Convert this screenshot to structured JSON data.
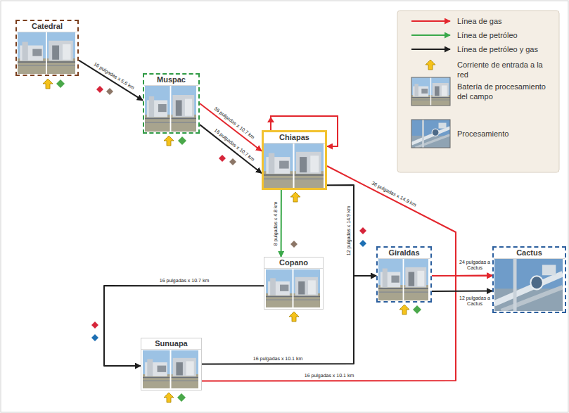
{
  "diagram": {
    "nodes": [
      {
        "text": [
          "Catedral"
        ]
      },
      {
        "text": [
          "Muspac"
        ]
      },
      {
        "text": [
          "Chiapas"
        ]
      },
      {
        "text": [
          "Copano"
        ]
      },
      {
        "text": [
          "Giraldas"
        ]
      },
      {
        "text": [
          "Sunuapa"
        ]
      },
      {
        "text": [
          "Cactus"
        ]
      }
    ],
    "edges": [
      {
        "from": 0,
        "to": 1,
        "arrow": "to",
        "label": "16 pulgadas x 5.6 km"
      },
      {
        "from": 1,
        "to": 2,
        "arrow": "to",
        "label": "36 pulgadas x 10.7 km"
      },
      {
        "from": 1,
        "to": 2,
        "arrow": "to",
        "label": "16 pulgadas x 10.7 km"
      },
      {
        "from": 2,
        "to": 6,
        "arrow": "to",
        "label": "36 pulgadas x 14.9 km"
      },
      {
        "from": 2,
        "to": 3,
        "arrow": "to",
        "label": "8 pulgadas x 4.8 km"
      },
      {
        "from": 2,
        "to": 4,
        "arrow": "to",
        "label": "12 pulgadas x 14.9 km"
      },
      {
        "from": 3,
        "to": 5,
        "arrow": "to",
        "label": "16 pulgadas x 10.7 km"
      },
      {
        "from": 5,
        "to": 4,
        "arrow": "to",
        "label": "16 pulgadas x 10.1 km"
      },
      {
        "from": 5,
        "to": 6,
        "arrow": "to",
        "label": "16 pulgadas x 10.1 km"
      },
      {
        "from": 4,
        "to": 6,
        "arrow": "to",
        "label": "24 pulgadas a Cactus"
      },
      {
        "from": 4,
        "to": 6,
        "arrow": "to",
        "label": "12 pulgadas a Cactus"
      }
    ],
    "legend": [
      {
        "text": "Línea de gas"
      },
      {
        "text": "Línea de petróleo"
      },
      {
        "text": "Línea de petróleo y gas"
      },
      {
        "text": "Corriente de entrada a la red"
      },
      {
        "text": "Batería de procesamiento del campo"
      },
      {
        "text": "Procesamiento"
      }
    ]
  }
}
